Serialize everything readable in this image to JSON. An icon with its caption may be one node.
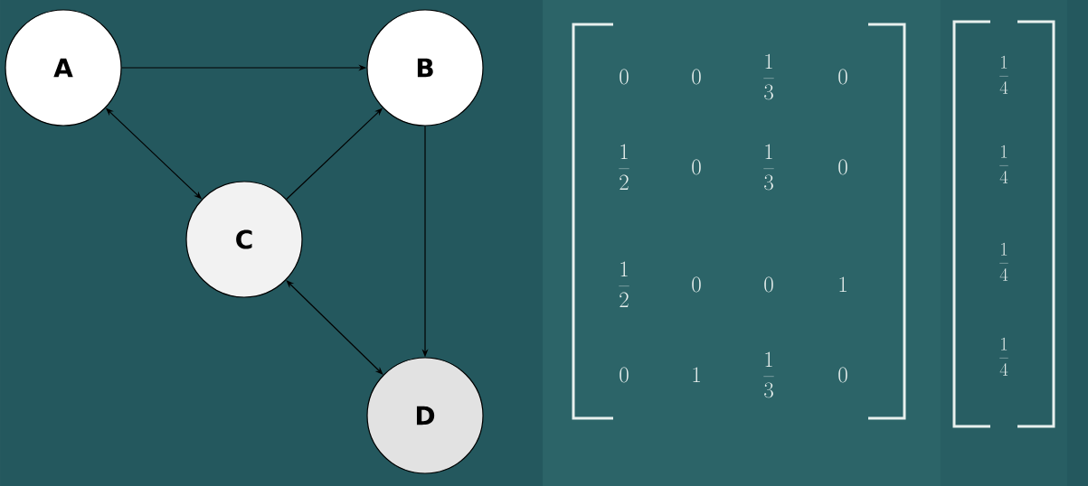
{
  "diagram": {
    "nodes": [
      {
        "text": [
          "A"
        ]
      },
      {
        "text": [
          "B"
        ]
      },
      {
        "text": [
          "C"
        ]
      },
      {
        "text": [
          "D"
        ]
      }
    ],
    "edges": [
      {
        "from": 0,
        "to": 1,
        "arrow": "to"
      },
      {
        "from": 0,
        "to": 2,
        "arrow": "both"
      },
      {
        "from": 2,
        "to": 1,
        "arrow": "to"
      },
      {
        "from": 1,
        "to": 3,
        "arrow": "to"
      },
      {
        "from": 2,
        "to": 3,
        "arrow": "both"
      }
    ],
    "labels": [
      "0",
      "0",
      "\\frac{1}{3}",
      "0",
      "\\frac{1}{2}",
      "0",
      "\\frac{1}{3}",
      "0",
      "\\frac{1}{2}",
      "0",
      "0",
      "1",
      "0",
      "1",
      "\\frac{1}{3}",
      "0",
      "\\frac{1}{4}",
      "\\frac{1}{4}",
      "\\frac{1}{4}",
      "\\frac{1}{4}"
    ]
  }
}
